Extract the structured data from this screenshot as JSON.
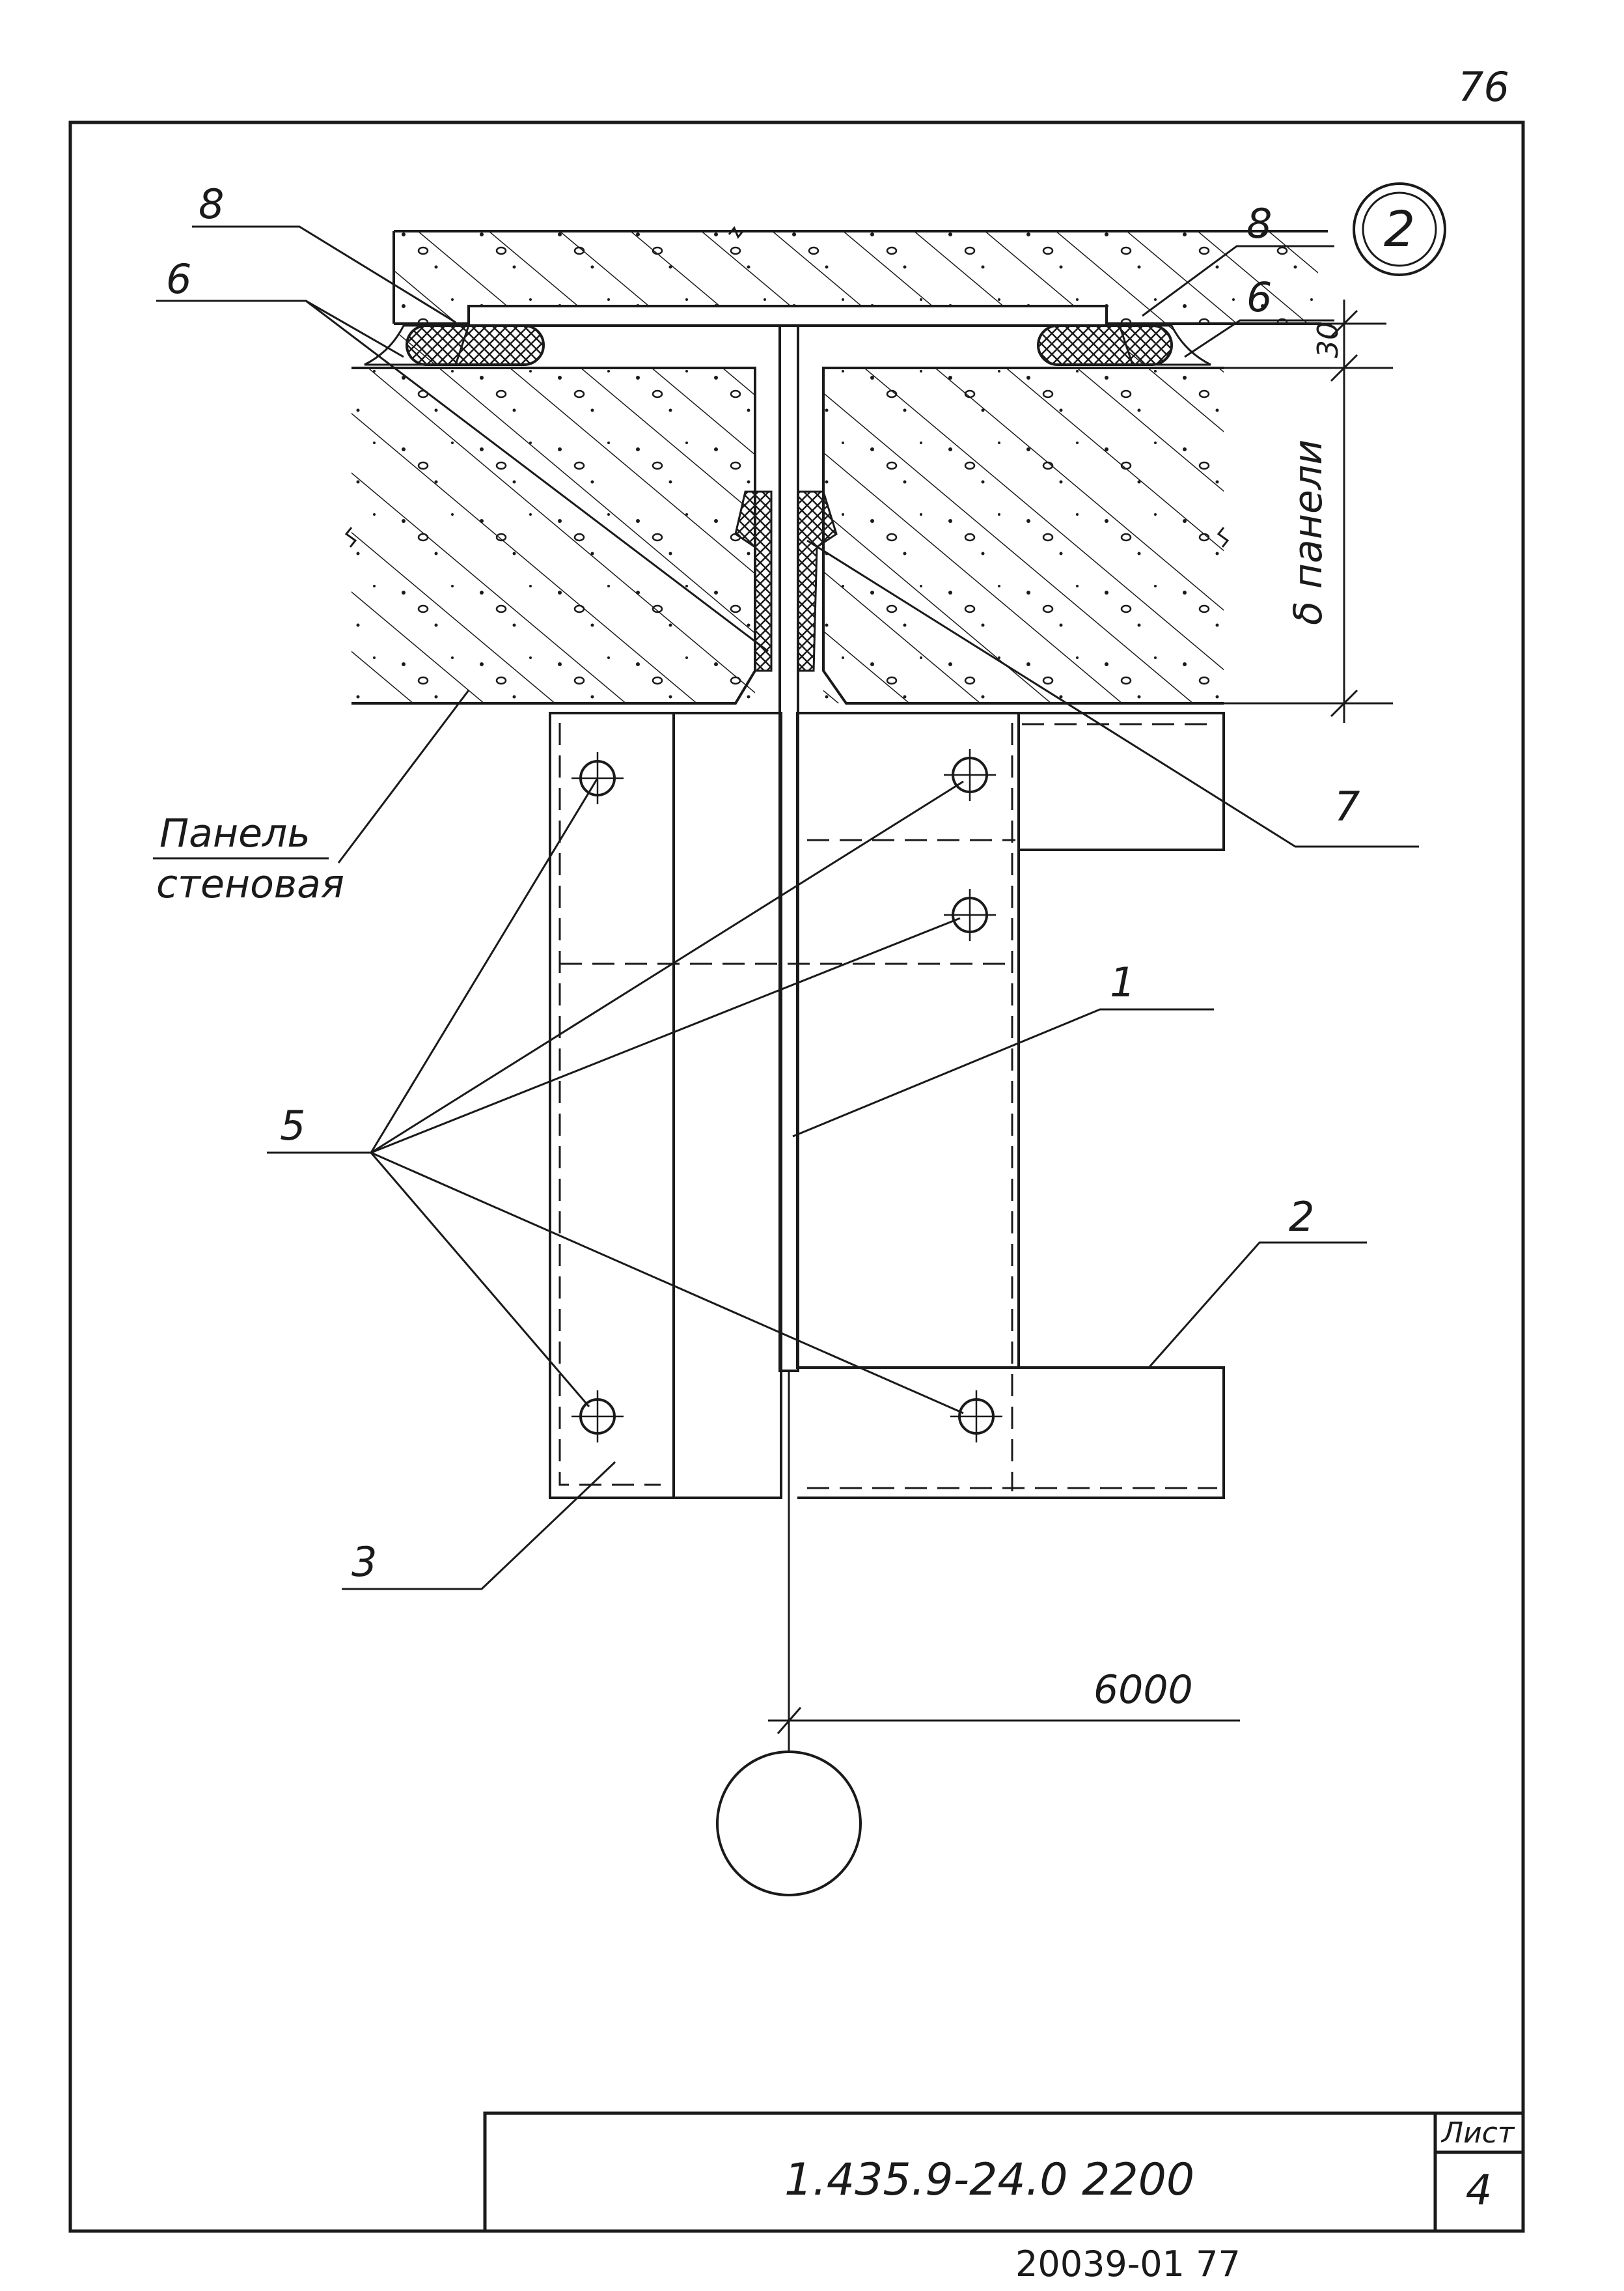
{
  "page": {
    "page_number": "76",
    "bottom_number": "20039-01   77"
  },
  "detail": {
    "marker": "2"
  },
  "callouts": {
    "c1": "1",
    "c2": "2",
    "c3": "3",
    "c5": "5",
    "c6_left": "6",
    "c6_right": "6",
    "c7": "7",
    "c8_left": "8",
    "c8_right": "8"
  },
  "labels": {
    "panel_line1": "Панель",
    "panel_line2": "стеновая",
    "panel_thickness": "δ панели",
    "dim_30": "30",
    "dim_6000": "6000"
  },
  "title_block": {
    "code": "1.435.9-24.0 2200",
    "sheet_label": "Лист",
    "sheet_number": "4"
  },
  "colors": {
    "ink": "#1a1a1a",
    "paper": "#ffffff"
  }
}
